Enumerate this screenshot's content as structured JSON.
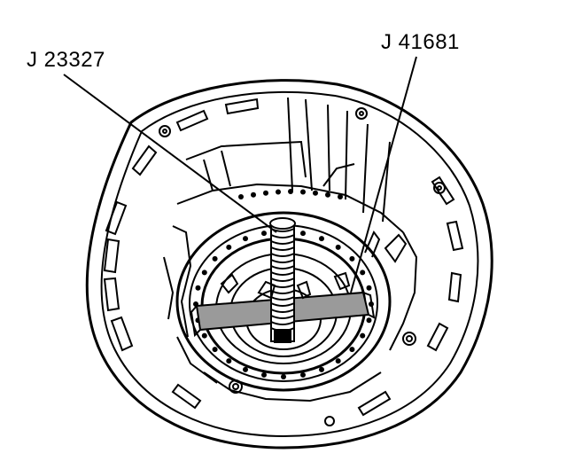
{
  "callouts": [
    {
      "id": "j23327",
      "label": "J 23327"
    },
    {
      "id": "j41681",
      "label": "J 41681"
    }
  ],
  "colors": {
    "ink": "#000000",
    "paper": "#ffffff",
    "tool_fill": "#9a9a9a"
  }
}
